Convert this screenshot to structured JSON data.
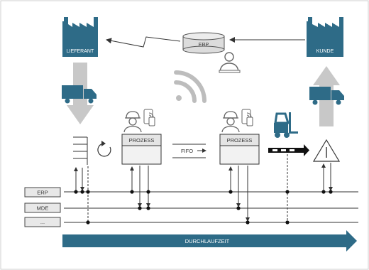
{
  "labels": {
    "supplier": "LIEFERANT",
    "customer": "KUNDE",
    "erp_top": "ERP",
    "process_1": "PROZESS",
    "process_2": "PROZESS",
    "fifo": "FIFO",
    "lead_time": "DURCHLAUFZEIT"
  },
  "systems": [
    "ERP",
    "MDE",
    "..."
  ],
  "icons": {
    "factory": "factory-icon",
    "truck": "truck-icon",
    "database": "database-icon",
    "operator": "operator-icon",
    "worker": "worker-icon",
    "phone": "mobile-device-icon",
    "wifi": "wifi-icon",
    "forklift": "forklift-icon",
    "inventory": "inventory-triangle-icon",
    "cycle": "cycle-arrow-icon"
  },
  "colors": {
    "brand": "#2e6b87",
    "arrow_gray": "#c8c8c8",
    "line": "#333333",
    "box_fill": "#f2f2f2"
  }
}
